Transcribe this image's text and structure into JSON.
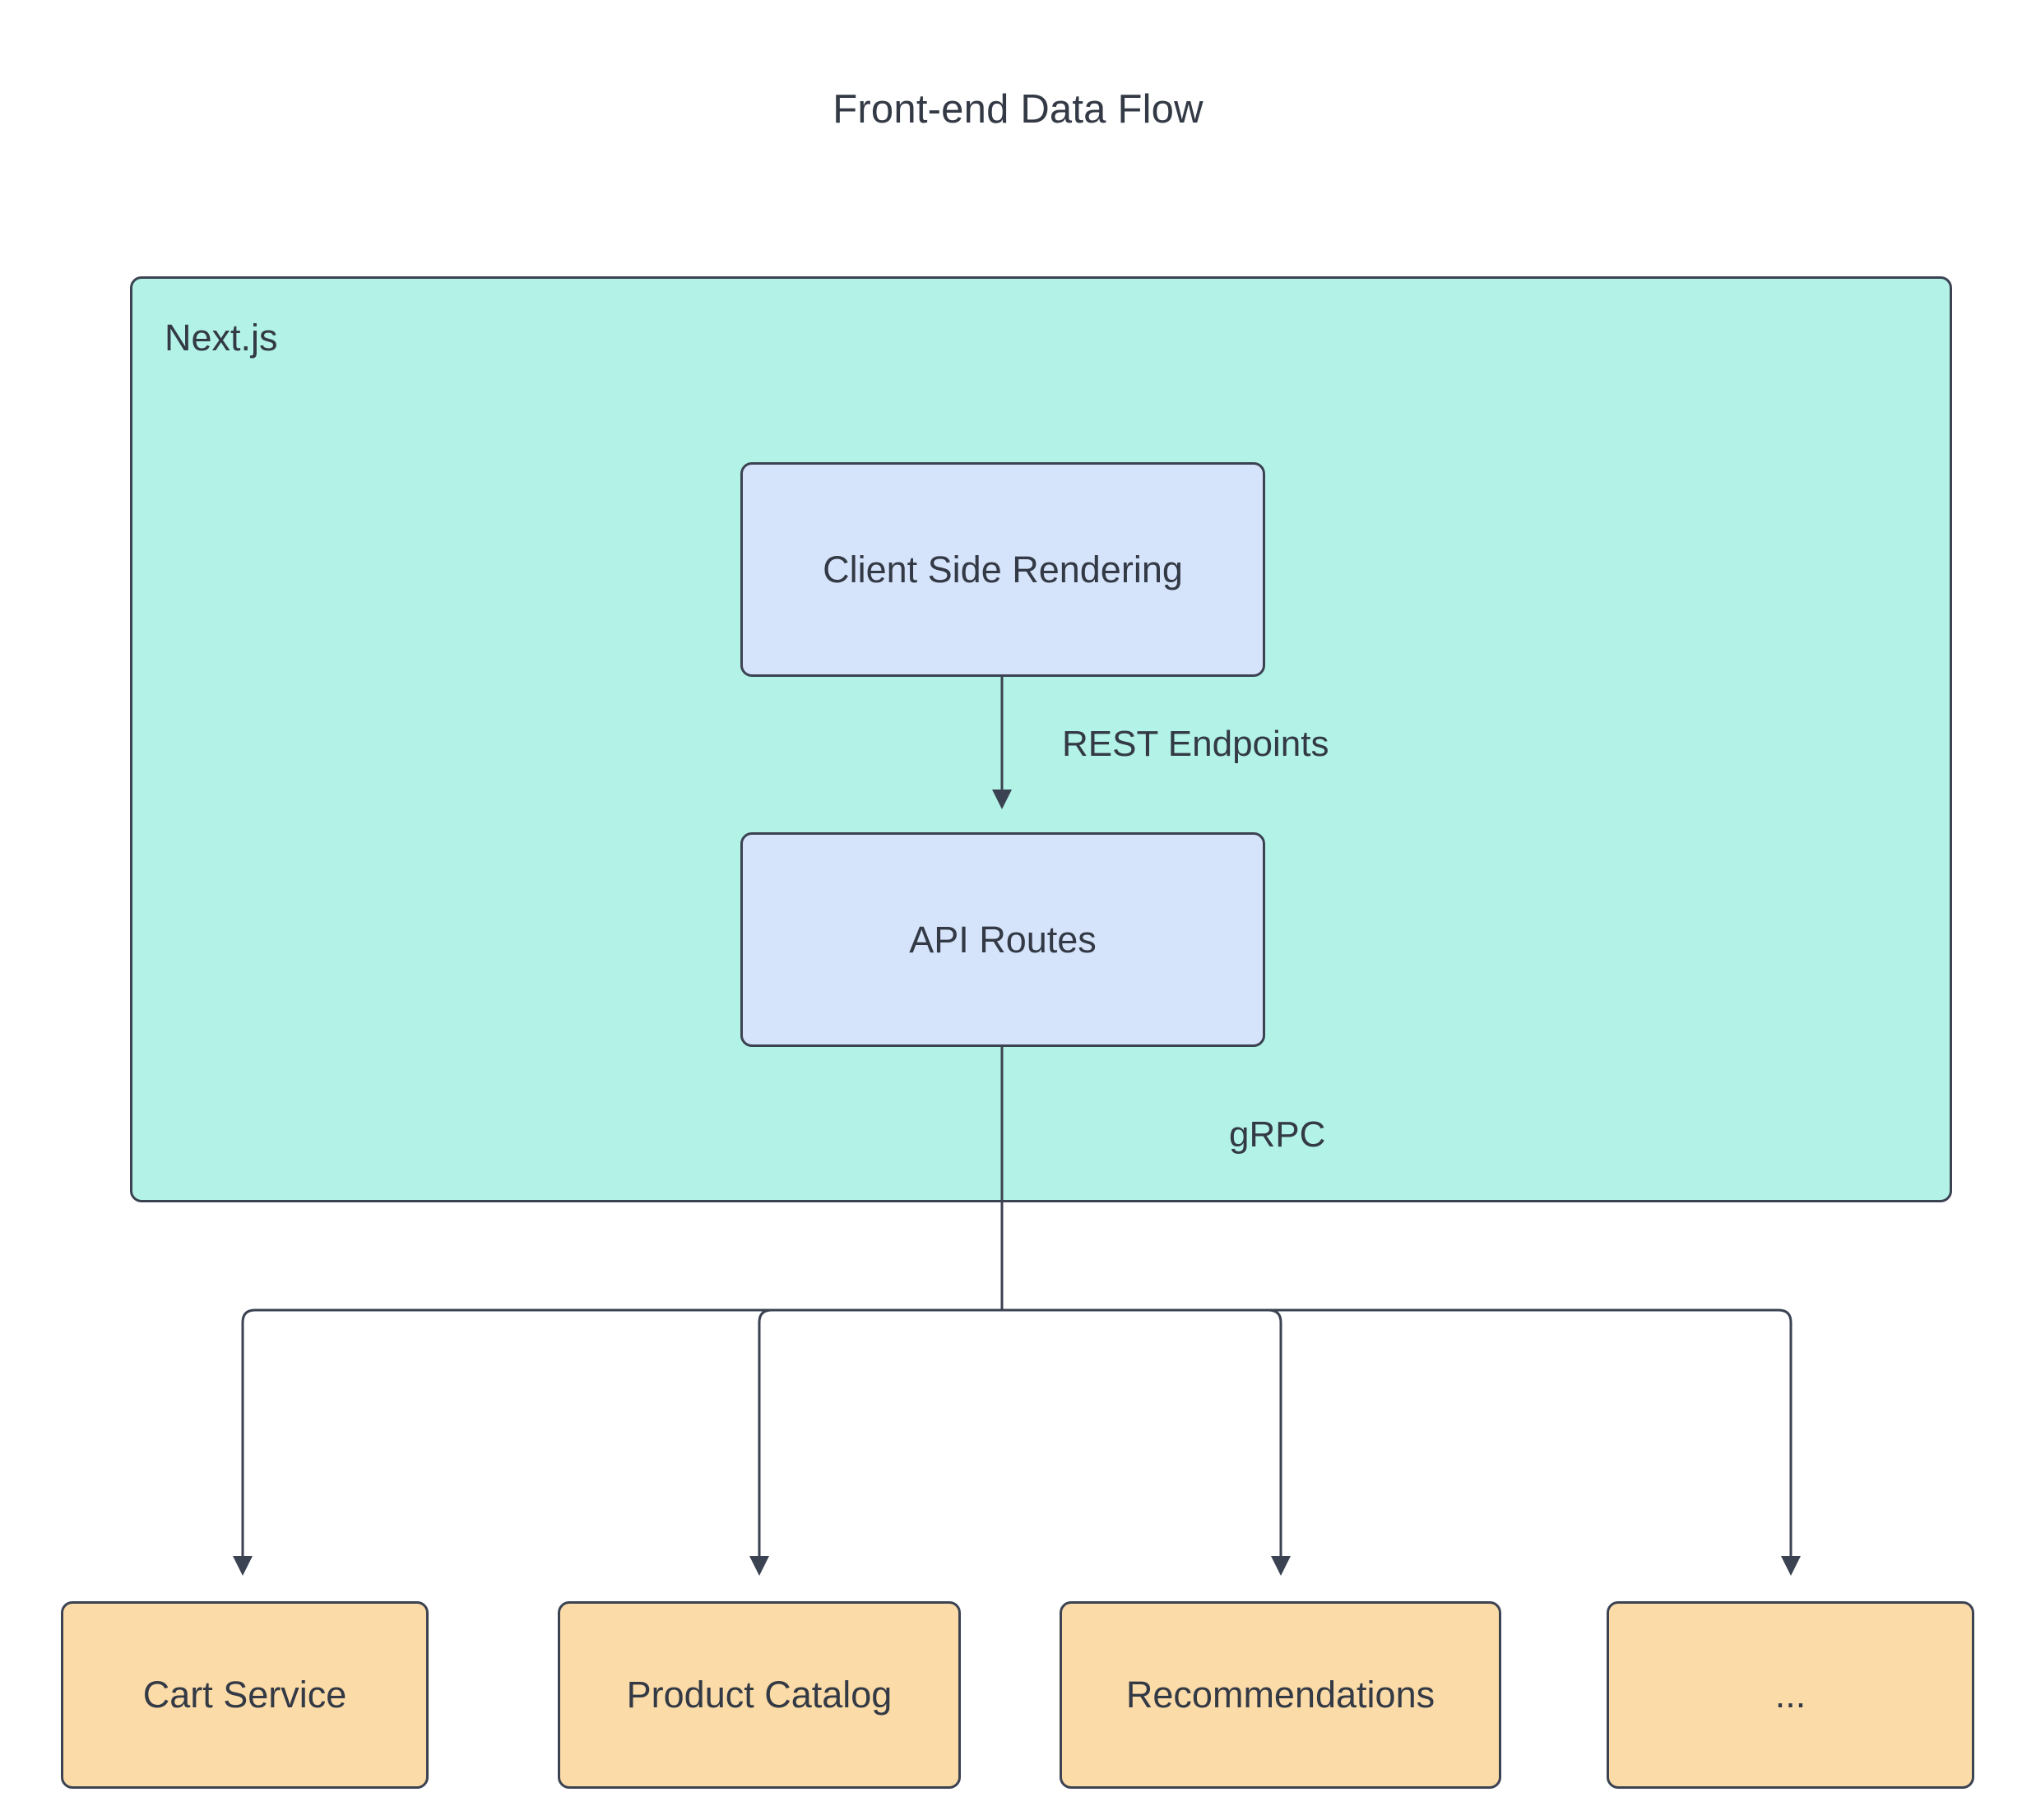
{
  "diagram": {
    "type": "flowchart",
    "title": "Front-end Data Flow",
    "container": {
      "label": "Next.js",
      "fill": "#b3f2e6",
      "stroke": "#3b4252"
    },
    "nodes": [
      {
        "id": "csr",
        "label": "Client Side Rendering",
        "fill": "#d6e4fb",
        "stroke": "#3b4252",
        "group": "Next.js"
      },
      {
        "id": "api",
        "label": "API Routes",
        "fill": "#d6e4fb",
        "stroke": "#3b4252",
        "group": "Next.js"
      },
      {
        "id": "cart",
        "label": "Cart Service",
        "fill": "#fbdba7",
        "stroke": "#3b4252",
        "group": ""
      },
      {
        "id": "catalog",
        "label": "Product Catalog",
        "fill": "#fbdba7",
        "stroke": "#3b4252",
        "group": ""
      },
      {
        "id": "recs",
        "label": "Recommendations",
        "fill": "#fbdba7",
        "stroke": "#3b4252",
        "group": ""
      },
      {
        "id": "more",
        "label": "...",
        "fill": "#fbdba7",
        "stroke": "#3b4252",
        "group": ""
      }
    ],
    "edges": [
      {
        "from": "csr",
        "to": "api",
        "label": "REST Endpoints"
      },
      {
        "from": "api",
        "to": "cart",
        "label": "gRPC"
      },
      {
        "from": "api",
        "to": "catalog",
        "label": ""
      },
      {
        "from": "api",
        "to": "recs",
        "label": ""
      },
      {
        "from": "api",
        "to": "more",
        "label": ""
      }
    ],
    "edge_labels": {
      "rest": "REST Endpoints",
      "grpc": "gRPC"
    },
    "colors": {
      "background": "#ffffff",
      "text": "#333a45",
      "edge_stroke": "#3b4252",
      "container_fill": "#b3f2e6",
      "node_blue": "#d6e4fb",
      "node_orange": "#fbdba7"
    }
  }
}
